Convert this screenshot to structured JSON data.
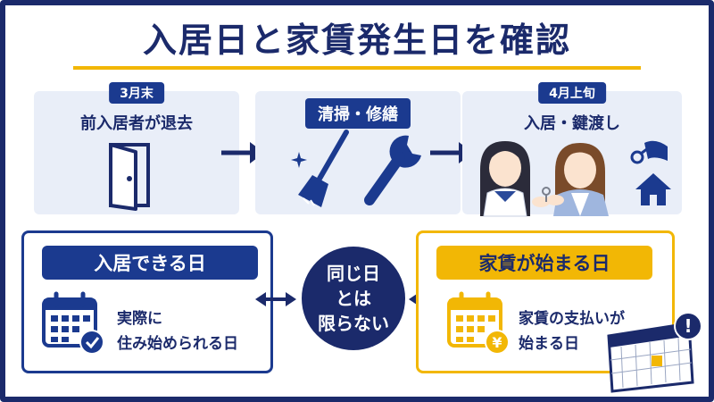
{
  "title": "入居日と家賃発生日を確認",
  "steps": [
    {
      "time": "3月末",
      "label": "前入居者が退去"
    },
    {
      "label": "清掃・修繕"
    },
    {
      "time": "4月上旬",
      "label": "入居・鍵渡し"
    }
  ],
  "left_box": {
    "heading": "入居できる日",
    "text_line1": "実際に",
    "text_line2": "住み始められる日"
  },
  "center": {
    "line1": "同じ日",
    "line2": "とは",
    "line3": "限らない"
  },
  "right_box": {
    "heading": "家賃が始まる日",
    "text_line1": "家賃の支払いが",
    "text_line2": "始まる日",
    "yen_symbol": "¥"
  },
  "alert_symbol": "!",
  "colors": {
    "navy": "#1b2a6b",
    "blue": "#1b3a8f",
    "gold": "#f2b705",
    "panel": "#e9eef8"
  },
  "icons": [
    "door-icon",
    "broom-icon",
    "wrench-icon",
    "sparkle-icon",
    "women-key-handover-illustration",
    "hand-key-icon",
    "house-icon",
    "calendar-check-icon",
    "calendar-yen-icon",
    "desk-calendar-icon",
    "alert-icon"
  ]
}
